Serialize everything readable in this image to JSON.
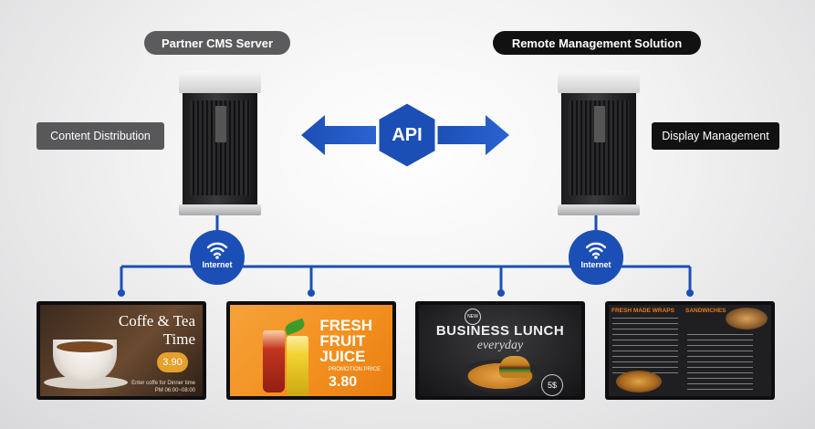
{
  "servers": {
    "left": {
      "title": "Partner CMS Server",
      "function": "Content Distribution"
    },
    "right": {
      "title": "Remote Management Solution",
      "function": "Display Management"
    }
  },
  "api": {
    "label": "API"
  },
  "network": {
    "left_label": "Internet",
    "right_label": "Internet"
  },
  "displays": [
    {
      "title_line1": "Coffe & Tea",
      "title_line2": "Time",
      "price": "3.90",
      "subtitle": "Enter coffe for Dinner time",
      "hours": "PM 06:00~08:00"
    },
    {
      "title_line1": "FRESH",
      "title_line2": "FRUIT",
      "title_line3": "JUICE",
      "promo": "PROMOTION PRICE",
      "price": "3.80"
    },
    {
      "badge": "NEW",
      "title": "BUSINESS LUNCH",
      "subtitle": "everyday",
      "price": "5$"
    },
    {
      "heading_left": "FRESH MADE WRAPS",
      "heading_right": "SANDWICHES"
    }
  ],
  "colors": {
    "accent_blue": "#1c4fb5",
    "dark": "#111111",
    "gray": "#5b5b5d"
  }
}
